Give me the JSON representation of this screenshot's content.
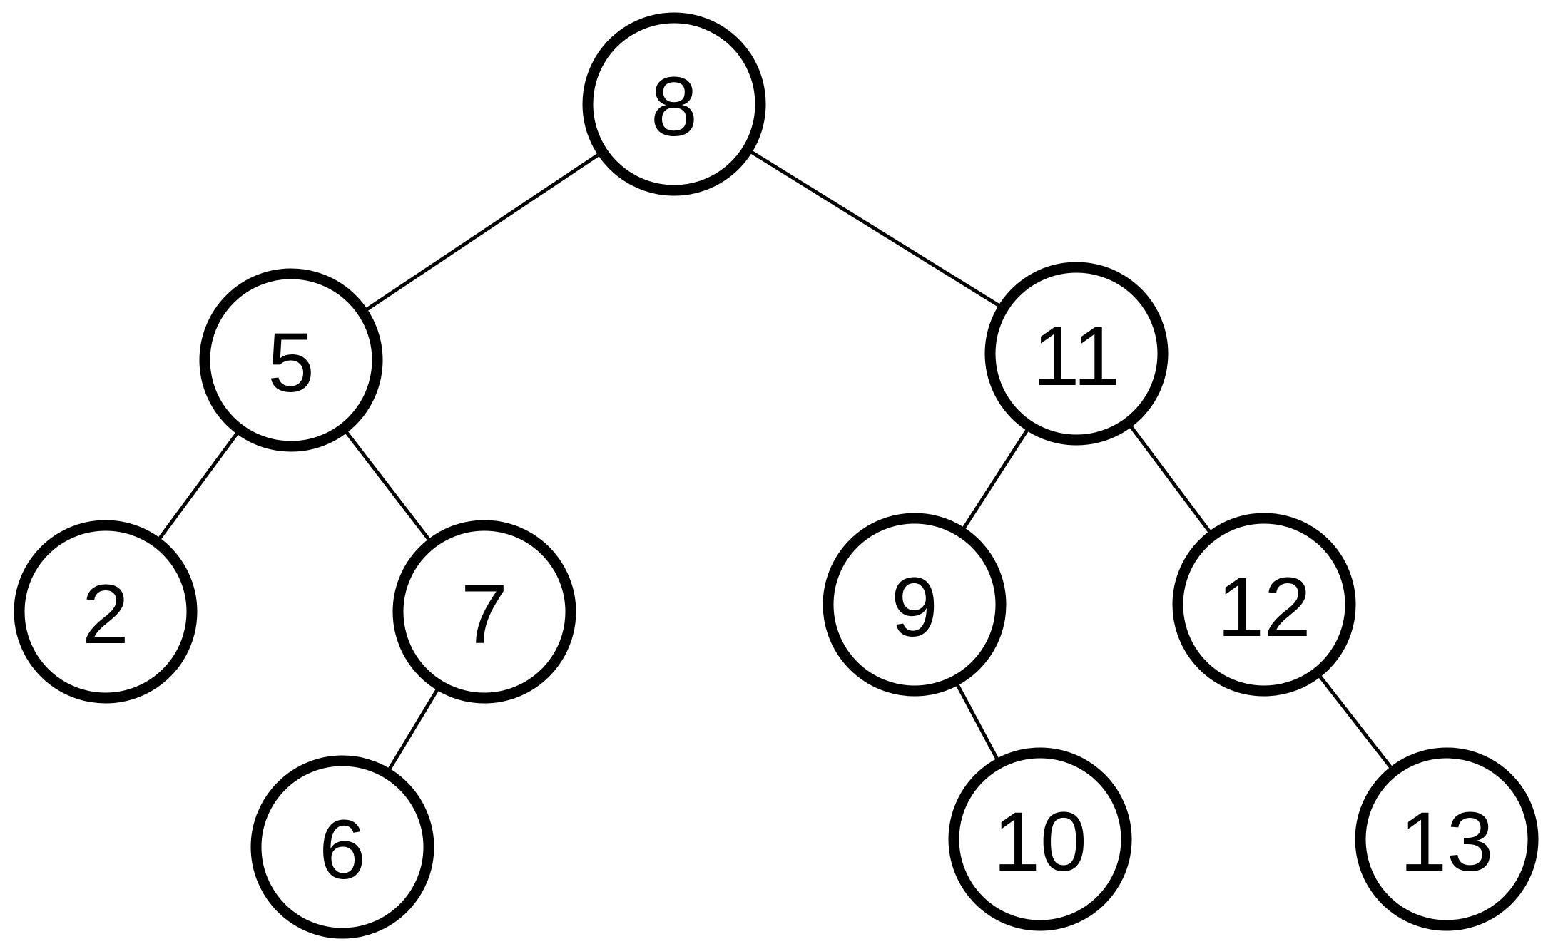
{
  "tree": {
    "nodes": [
      {
        "id": "n8",
        "label": "8"
      },
      {
        "id": "n5",
        "label": "5"
      },
      {
        "id": "n11",
        "label": "11"
      },
      {
        "id": "n2",
        "label": "2"
      },
      {
        "id": "n7",
        "label": "7"
      },
      {
        "id": "n6",
        "label": "6"
      },
      {
        "id": "n9",
        "label": "9"
      },
      {
        "id": "n12",
        "label": "12"
      },
      {
        "id": "n10",
        "label": "10"
      },
      {
        "id": "n13",
        "label": "13"
      }
    ],
    "edges": [
      {
        "from": "n8",
        "to": "n5"
      },
      {
        "from": "n8",
        "to": "n11"
      },
      {
        "from": "n5",
        "to": "n2"
      },
      {
        "from": "n5",
        "to": "n7"
      },
      {
        "from": "n7",
        "to": "n6"
      },
      {
        "from": "n11",
        "to": "n9"
      },
      {
        "from": "n11",
        "to": "n12"
      },
      {
        "from": "n9",
        "to": "n10"
      },
      {
        "from": "n12",
        "to": "n13"
      }
    ]
  },
  "colors": {
    "stroke": "#000000",
    "fill": "#ffffff",
    "background": "#ffffff"
  }
}
